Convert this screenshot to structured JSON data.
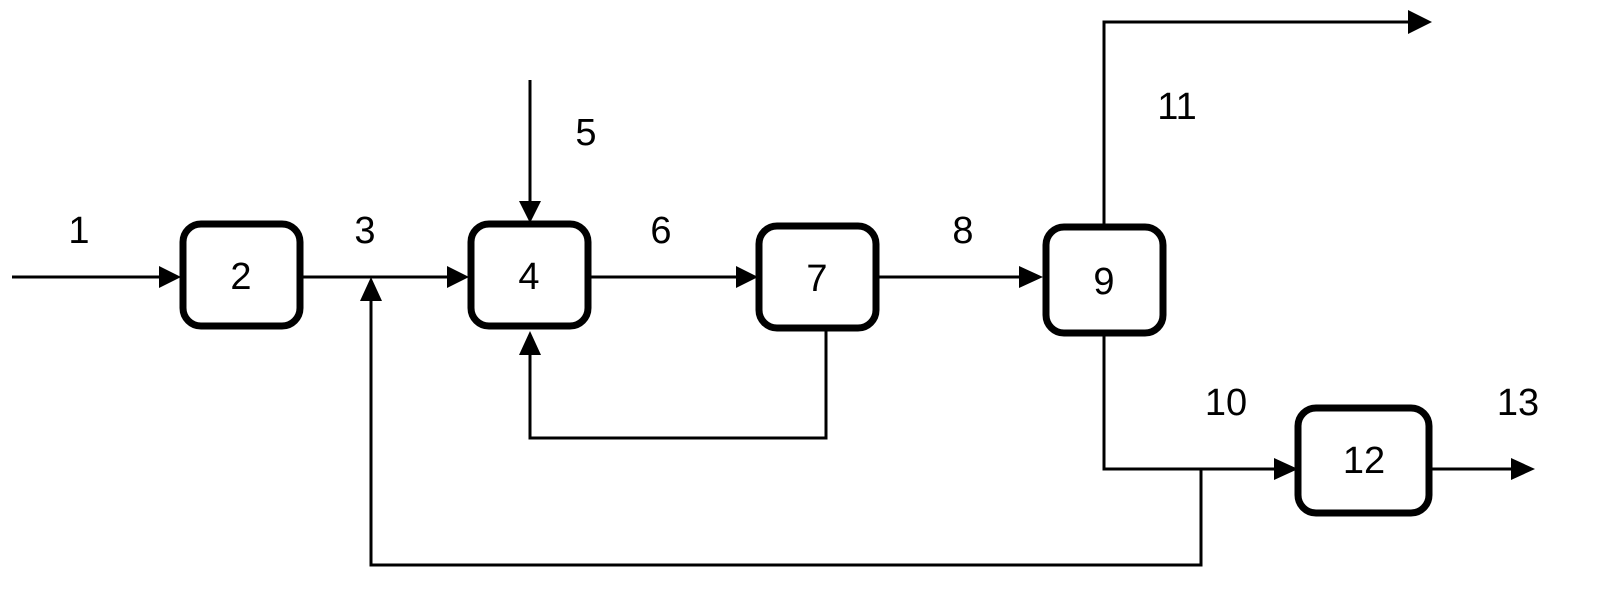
{
  "blocks": {
    "b2": "2",
    "b4": "4",
    "b7": "7",
    "b9": "9",
    "b12": "12"
  },
  "streams": {
    "s1": "1",
    "s3": "3",
    "s5": "5",
    "s6": "6",
    "s8": "8",
    "s10": "10",
    "s11": "11",
    "s13": "13"
  }
}
